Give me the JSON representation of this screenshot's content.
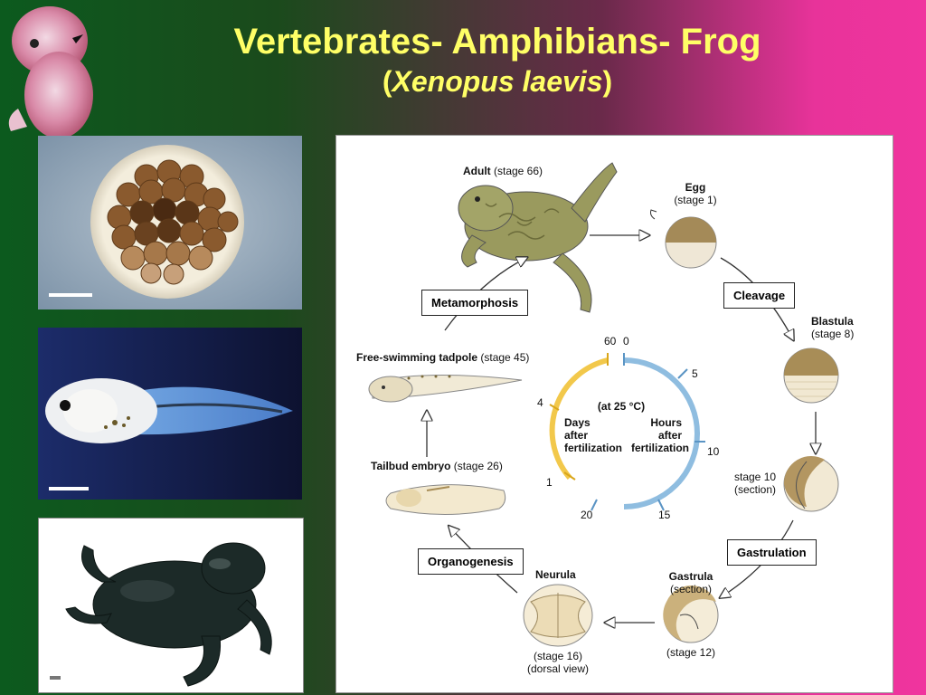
{
  "slide": {
    "title": "Vertebrates- Amphibians- Frog",
    "subtitle_open": "(",
    "subtitle_species": "Xenopus laevis",
    "subtitle_close": ")"
  },
  "diagram": {
    "stages": {
      "adult_name": "Adult",
      "adult_stage": "(stage 66)",
      "egg_name": "Egg",
      "egg_stage": "(stage 1)",
      "blastula_name": "Blastula",
      "blastula_stage": "(stage 8)",
      "stage10_line1": "stage 10",
      "stage10_line2": "(section)",
      "gastrula_name": "Gastrula",
      "gastrula_line2": "(section)",
      "gastrula_stage": "(stage 12)",
      "neurula_name": "Neurula",
      "neurula_stage1": "(stage 16)",
      "neurula_stage2": "(dorsal view)",
      "tailbud_name": "Tailbud embryo",
      "tailbud_stage": "(stage 26)",
      "tadpole_name": "Free-swimming tadpole",
      "tadpole_stage": "(stage 45)"
    },
    "processes": {
      "cleavage": "Cleavage",
      "gastrulation": "Gastrulation",
      "organogenesis": "Organogenesis",
      "metamorphosis": "Metamorphosis"
    },
    "clock": {
      "temp": "(at 25 °C)",
      "days_label_1": "Days",
      "days_label_2": "after",
      "days_label_3": "fertilization",
      "hours_label_1": "Hours",
      "hours_label_2": "after",
      "hours_label_3": "fertilization",
      "ticks": {
        "t60": "60",
        "t0": "0",
        "t5": "5",
        "t10": "10",
        "t15": "15",
        "t20": "20",
        "t4": "4",
        "t1": "1"
      }
    }
  },
  "colors": {
    "title": "#ffff66",
    "days_arc": "#f2c84b",
    "hours_arc": "#8fbde0"
  }
}
